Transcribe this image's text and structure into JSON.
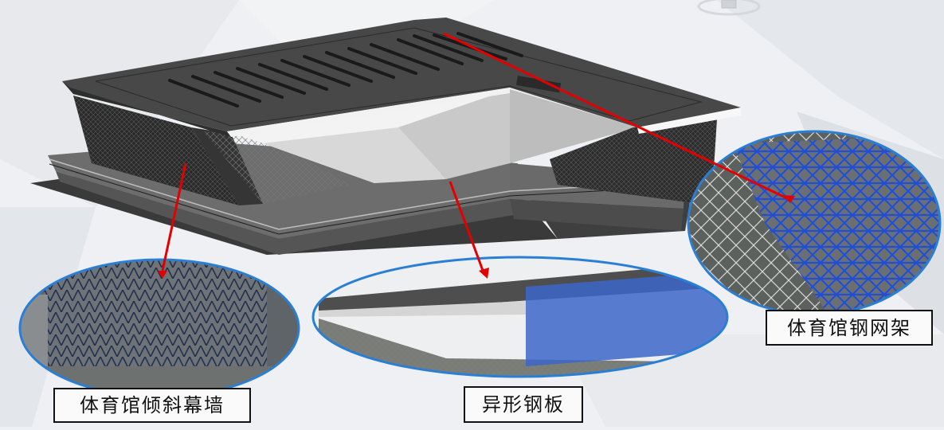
{
  "scene": {
    "subject": "gymnasium BIM model",
    "colors": {
      "background": "#eef0f3",
      "roof": "#4a4a4a",
      "facade": "#2c2c2c",
      "leader_line": "#e30000",
      "ellipse_border": "#2a7fd4",
      "steel_blue": "#1f4fd6"
    }
  },
  "callouts": [
    {
      "id": "curtain-wall",
      "label": "体育馆倾斜幕墙"
    },
    {
      "id": "shaped-steel-plate",
      "label": "异形钢板"
    },
    {
      "id": "steel-grid",
      "label": "体育馆钢网架"
    }
  ],
  "viewcube": {
    "icon": "viewcube-icon"
  }
}
